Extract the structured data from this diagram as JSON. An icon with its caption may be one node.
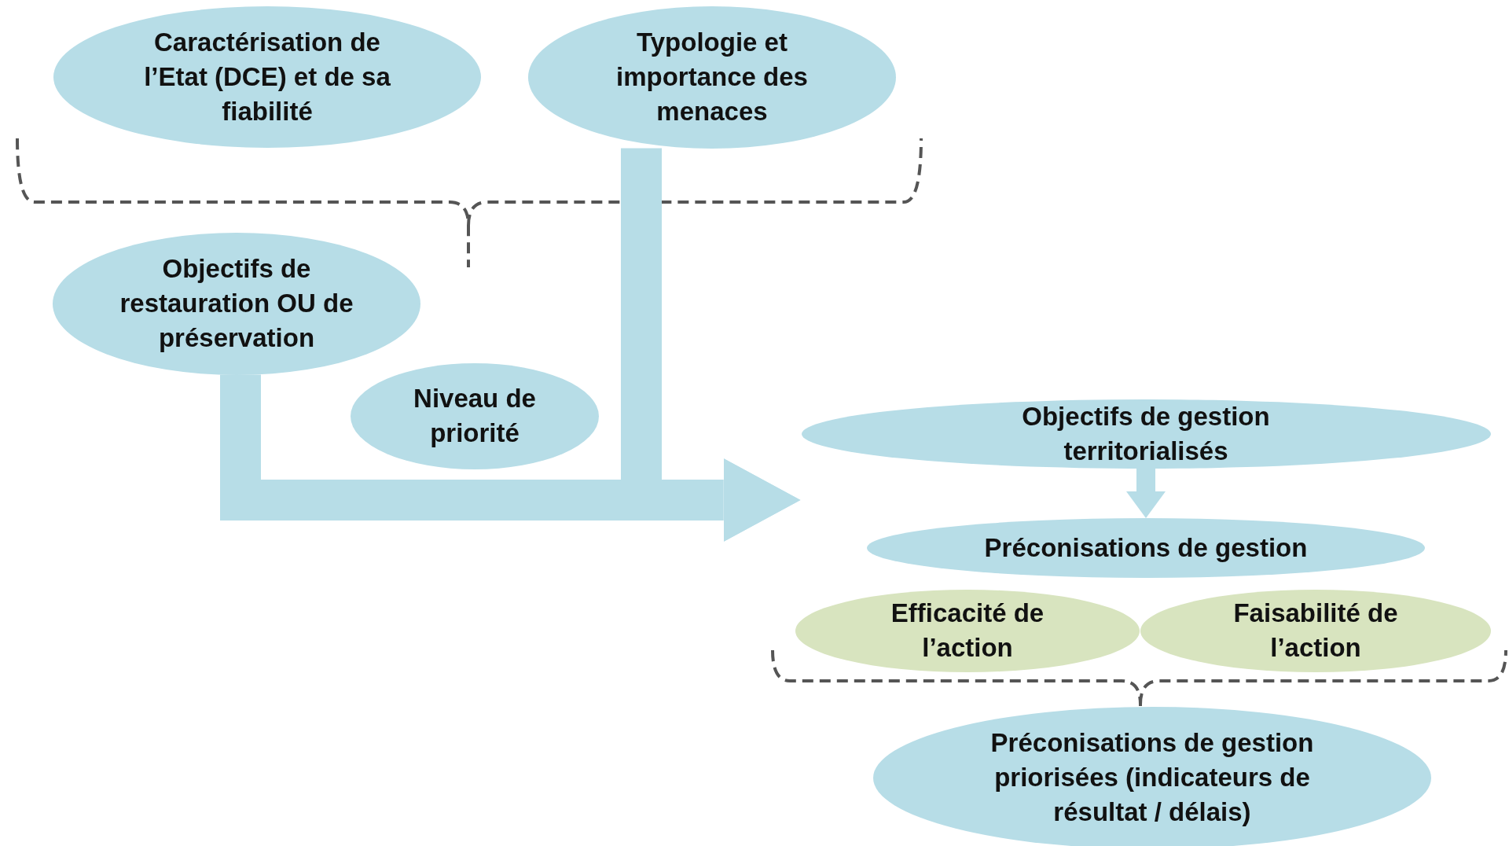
{
  "diagram": {
    "nodes": [
      {
        "text": [
          "Caractérisation de l’Etat (DCE) et de sa fiabilité"
        ]
      },
      {
        "text": [
          "Typologie et importance des menaces"
        ]
      },
      {
        "text": [
          "Objectifs de restauration OU de préservation"
        ]
      },
      {
        "text": [
          "Niveau de priorité"
        ]
      },
      {
        "text": [
          "Objectifs de gestion territorialisés"
        ]
      },
      {
        "text": [
          "Préconisations de gestion"
        ]
      },
      {
        "text": [
          "Efficacité de l’action"
        ]
      },
      {
        "text": [
          "Faisabilité de l’action"
        ]
      },
      {
        "text": [
          "Préconisations de gestion priorisées (indicateurs de résultat / délais)"
        ]
      }
    ],
    "edges": [
      {
        "from": 2,
        "to": 4,
        "arrow": "to"
      },
      {
        "from": 1,
        "to": 4,
        "arrow": "to"
      },
      {
        "from": 4,
        "to": 5,
        "arrow": "to"
      }
    ]
  }
}
